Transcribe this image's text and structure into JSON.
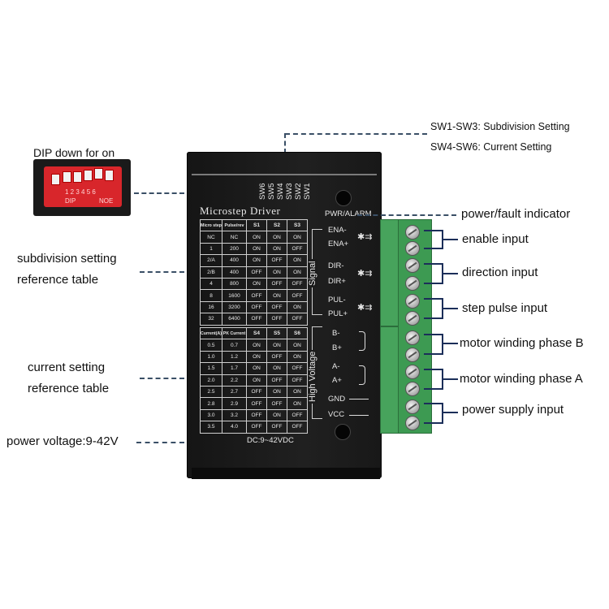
{
  "annotations": {
    "sw1_sw3": "SW1-SW3: Subdivision Setting",
    "sw4_sw6": "SW4-SW6: Current Setting",
    "dip_down": "DIP down for on",
    "subdiv_line1": "subdivision setting",
    "subdiv_line2": "reference table",
    "current_line1": "current setting",
    "current_line2": "reference table",
    "power_voltage": "power voltage:9-42V",
    "fault_indicator": "power/fault indicator",
    "enable_input": "enable input",
    "direction_input": "direction input",
    "step_pulse_input": "step pulse input",
    "winding_b": "motor winding phase B",
    "winding_a": "motor winding phase A",
    "power_supply": "power supply input"
  },
  "dip": {
    "numbers": "1 2 3 4 5 6",
    "left_label": "DIP",
    "right_label": "NOE"
  },
  "driver": {
    "switch_labels": [
      "SW6",
      "SW5",
      "SW4",
      "SW3",
      "SW2",
      "SW1"
    ],
    "title": "Microstep Driver",
    "pwr_alarm": "PWR/ALARM",
    "signal_label": "Signal",
    "high_voltage_label": "High Voltage",
    "dc_label": "DC:9~42VDC",
    "pins": {
      "ena_minus": "ENA-",
      "ena_plus": "ENA+",
      "dir_minus": "DIR-",
      "dir_plus": "DIR+",
      "pul_minus": "PUL-",
      "pul_plus": "PUL+",
      "b_minus": "B-",
      "b_plus": "B+",
      "a_minus": "A-",
      "a_plus": "A+",
      "gnd": "GND",
      "vcc": "VCC"
    },
    "microstep_table": {
      "headers": [
        "Micro step",
        "Pulse/rev",
        "S1",
        "S2",
        "S3"
      ],
      "rows": [
        [
          "NC",
          "NC",
          "ON",
          "ON",
          "ON"
        ],
        [
          "1",
          "200",
          "ON",
          "ON",
          "OFF"
        ],
        [
          "2/A",
          "400",
          "ON",
          "OFF",
          "ON"
        ],
        [
          "2/B",
          "400",
          "OFF",
          "ON",
          "ON"
        ],
        [
          "4",
          "800",
          "ON",
          "OFF",
          "OFF"
        ],
        [
          "8",
          "1600",
          "OFF",
          "ON",
          "OFF"
        ],
        [
          "16",
          "3200",
          "OFF",
          "OFF",
          "ON"
        ],
        [
          "32",
          "6400",
          "OFF",
          "OFF",
          "OFF"
        ]
      ]
    },
    "current_table": {
      "headers": [
        "Current(A)",
        "PK Current",
        "S4",
        "S5",
        "S6"
      ],
      "rows": [
        [
          "0.5",
          "0.7",
          "ON",
          "ON",
          "ON"
        ],
        [
          "1.0",
          "1.2",
          "ON",
          "OFF",
          "ON"
        ],
        [
          "1.5",
          "1.7",
          "ON",
          "ON",
          "OFF"
        ],
        [
          "2.0",
          "2.2",
          "ON",
          "OFF",
          "OFF"
        ],
        [
          "2.5",
          "2.7",
          "OFF",
          "ON",
          "ON"
        ],
        [
          "2.8",
          "2.9",
          "OFF",
          "OFF",
          "ON"
        ],
        [
          "3.0",
          "3.2",
          "OFF",
          "ON",
          "OFF"
        ],
        [
          "3.5",
          "4.0",
          "OFF",
          "OFF",
          "OFF"
        ]
      ]
    }
  }
}
